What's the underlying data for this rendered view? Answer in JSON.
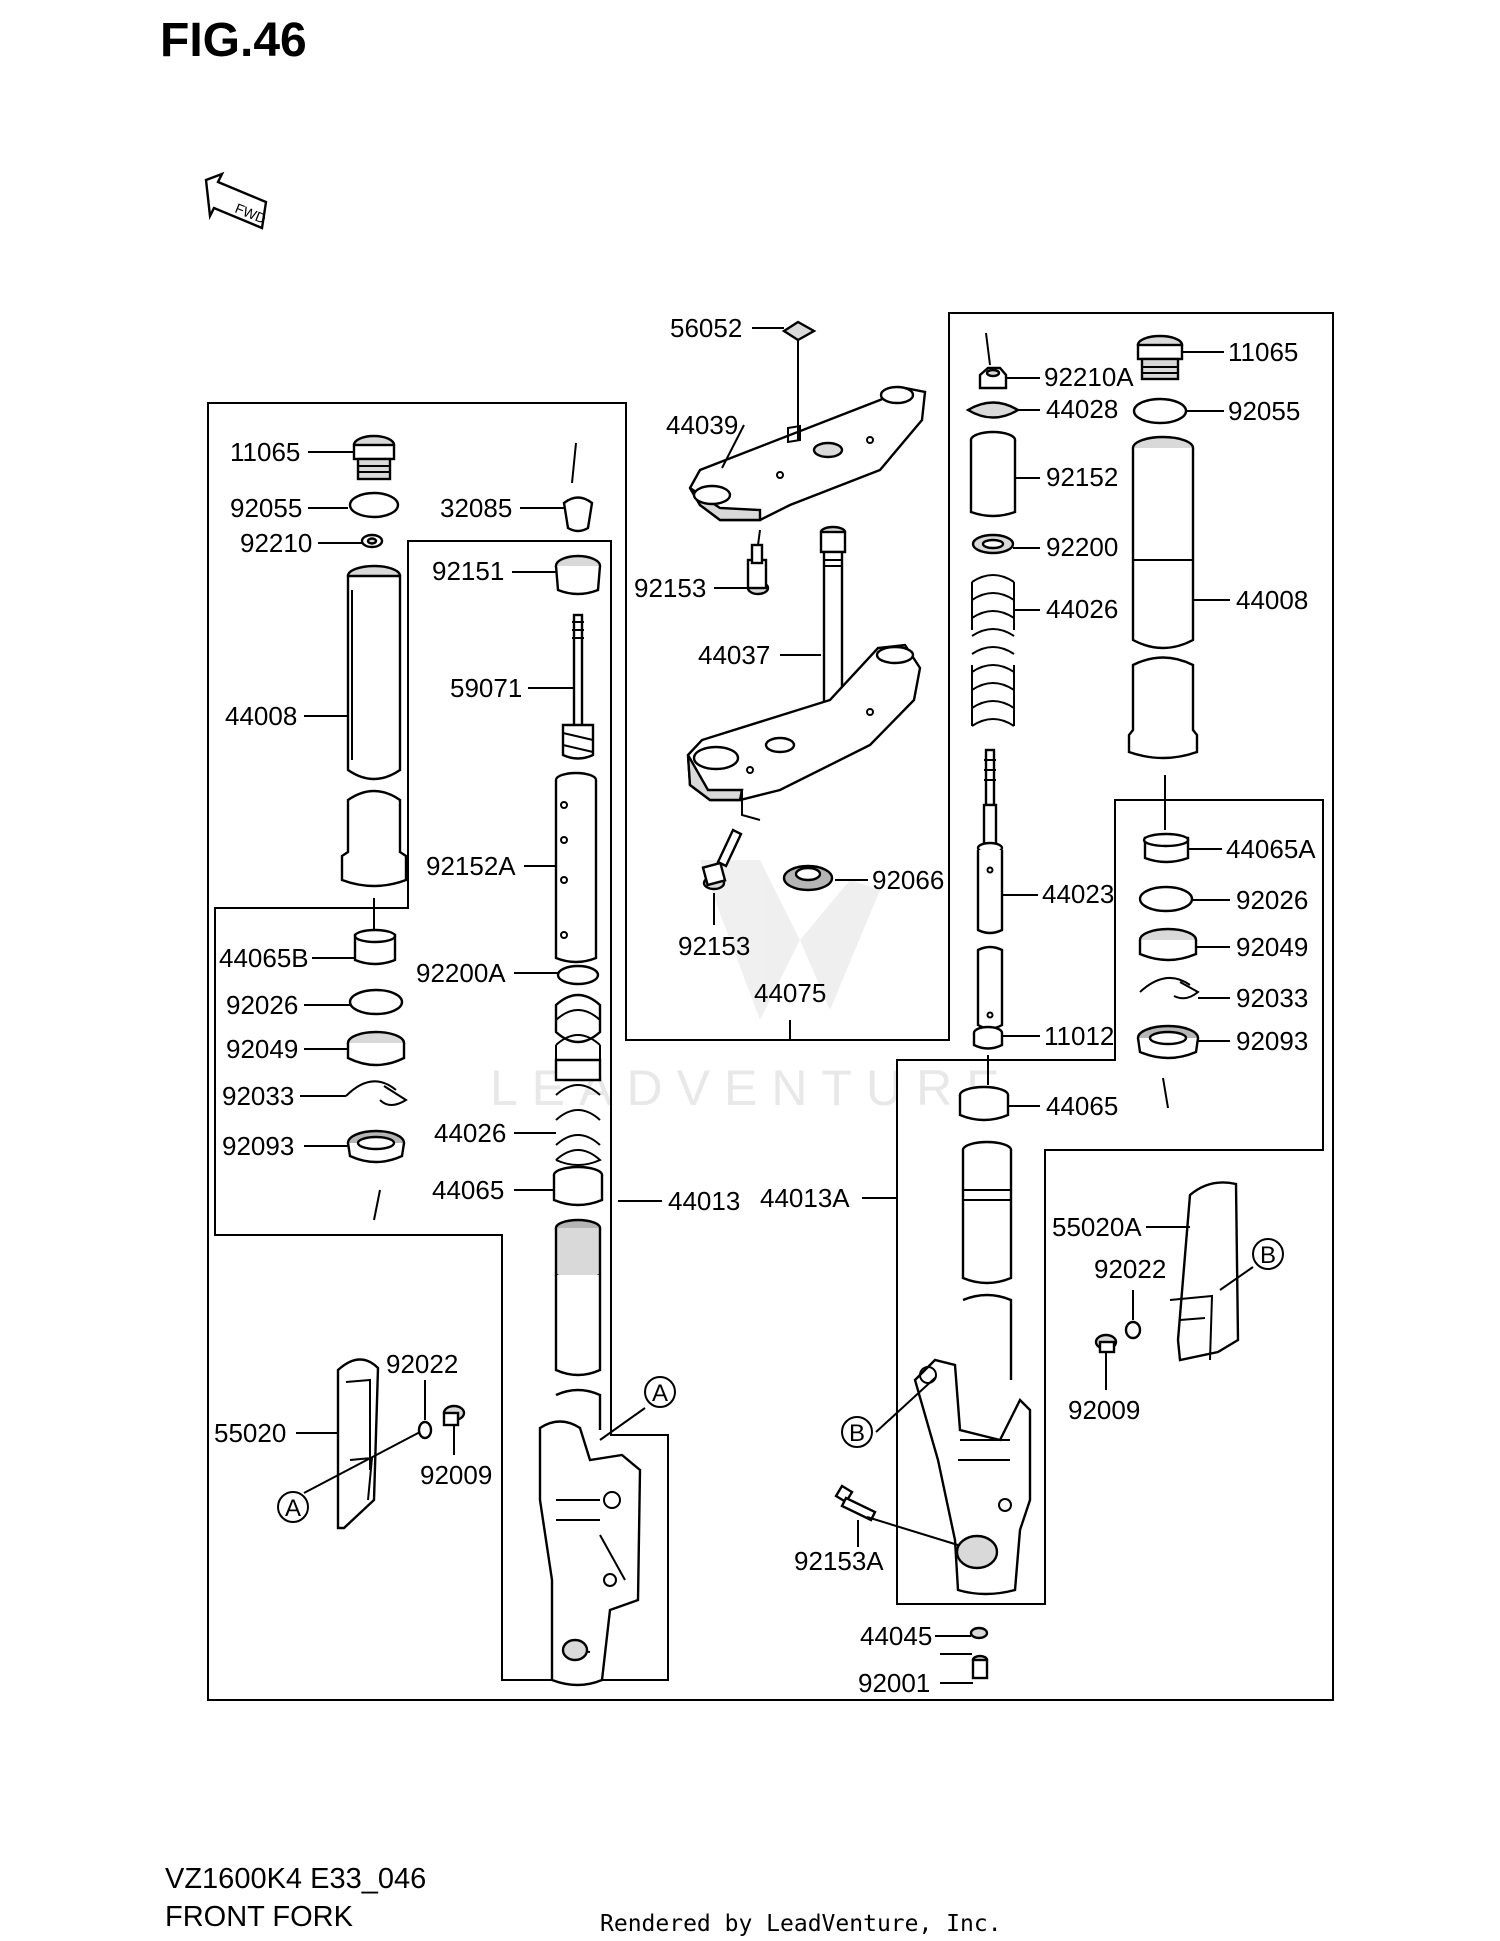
{
  "figure": "FIG.46",
  "fwd_label": "FWD",
  "watermark": "LEADVENTURE",
  "model_code": "VZ1600K4 E33_046",
  "section_title": "FRONT FORK",
  "rendered_by": "Rendered by LeadVenture, Inc.",
  "labels": {
    "l11065_left": "11065",
    "l92055_left": "92055",
    "l92210": "92210",
    "l44008_left": "44008",
    "l32085": "32085",
    "l92151": "92151",
    "l59071": "59071",
    "l92152A": "92152A",
    "l92200A": "92200A",
    "l44065B": "44065B",
    "l92026_left": "92026",
    "l92049_left": "92049",
    "l92033_left": "92033",
    "l92093_left": "92093",
    "l44026_left": "44026",
    "l44065_left": "44065",
    "l44013": "44013",
    "l55020": "55020",
    "l92022_left": "92022",
    "l92009_left": "92009",
    "l56052": "56052",
    "l44039": "44039",
    "l92153_top": "92153",
    "l44037": "44037",
    "l92066": "92066",
    "l92153_bot": "92153",
    "l44075": "44075",
    "l92210A": "92210A",
    "l44028": "44028",
    "l92152": "92152",
    "l92200": "92200",
    "l44026_right": "44026",
    "l44023": "44023",
    "l11012": "11012",
    "l44065_right": "44065",
    "l44013A": "44013A",
    "l11065_right": "11065",
    "l92055_right": "92055",
    "l44008_right": "44008",
    "l44065A": "44065A",
    "l92026_right": "92026",
    "l92049_right": "92049",
    "l92033_right": "92033",
    "l92093_right": "92093",
    "l55020A": "55020A",
    "l92022_right": "92022",
    "l92009_right": "92009",
    "l92153A": "92153A",
    "l44045": "44045",
    "l92001": "92001"
  },
  "callouts": {
    "a": "A",
    "b": "B"
  }
}
